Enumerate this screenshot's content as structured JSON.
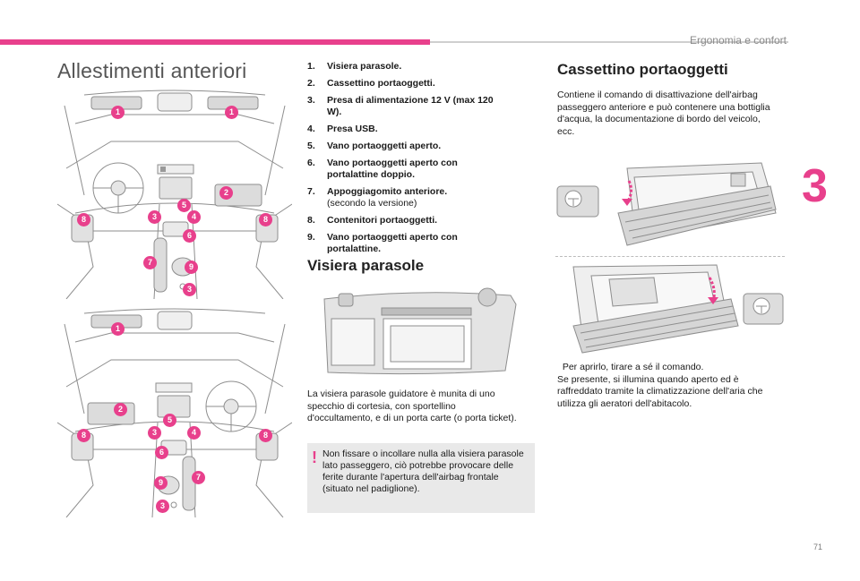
{
  "header": {
    "chapter_title": "Ergonomia e confort",
    "chapter_number": "3",
    "page_number": "71",
    "accent_color": "#e8408c"
  },
  "section_title": "Allestimenti anteriori",
  "items": [
    {
      "num": "1.",
      "text": "Visiera parasole."
    },
    {
      "num": "2.",
      "text": "Cassettino portaoggetti."
    },
    {
      "num": "3.",
      "text": "Presa di alimentazione 12 V (max 120 W)."
    },
    {
      "num": "4.",
      "text": "Presa USB."
    },
    {
      "num": "5.",
      "text": "Vano portaoggetti aperto."
    },
    {
      "num": "6.",
      "text": "Vano portaoggetti aperto con portalattine doppio."
    },
    {
      "num": "7.",
      "text": "Appoggiagomito anteriore.",
      "sub": "(secondo la versione)"
    },
    {
      "num": "8.",
      "text": "Contenitori portaoggetti."
    },
    {
      "num": "9.",
      "text": "Vano portaoggetti aperto con portalattine."
    }
  ],
  "visiera": {
    "title": "Visiera parasole",
    "text": "La visiera parasole guidatore è munita di uno specchio di cortesia, con sportellino d'occultamento, e di un porta carte (o porta ticket).",
    "warning": "Non fissare o incollare nulla alla visiera parasole lato passeggero, ciò potrebbe provocare delle ferite durante l'apertura dell'airbag frontale (situato nel padiglione).",
    "warning_symbol": "!"
  },
  "cassettino": {
    "title": "Cassettino portaoggetti",
    "text": "Contiene il comando di disattivazione dell'airbag passeggero anteriore e può contenere una bottiglia d'acqua, la documentazione di bordo del veicolo, ecc.",
    "text2_bullet": "",
    "text2": "Per aprirlo, tirare a sé il comando.",
    "text3": "Se presente, si illumina quando aperto ed è raffreddato tramite la climatizzazione dell'aria che utilizza gli aeratori dell'abitacolo."
  },
  "callouts_top": [
    "1",
    "1",
    "2",
    "5",
    "3",
    "4",
    "8",
    "8",
    "6",
    "7",
    "9",
    "3"
  ],
  "callouts_bottom": [
    "1",
    "2",
    "5",
    "3",
    "4",
    "8",
    "8",
    "6",
    "7",
    "9",
    "3"
  ]
}
